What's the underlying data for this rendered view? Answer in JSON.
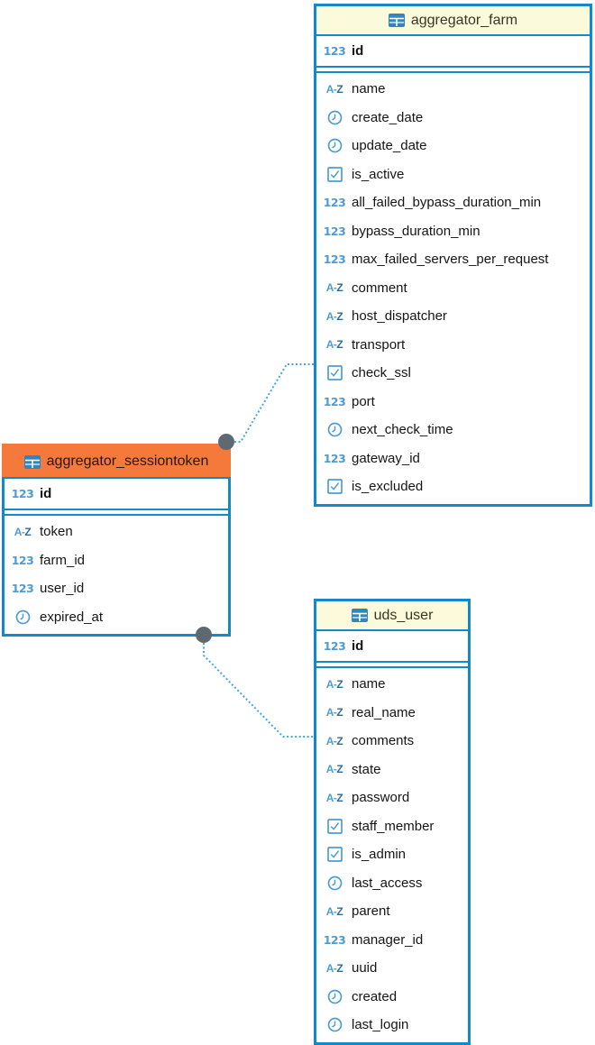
{
  "diagram": {
    "colors": {
      "entity_border": "#1389CA",
      "header_default": "#FBFBDC",
      "header_selected": "#F4793B",
      "relation_line": "#49A4DC",
      "relation_endpoint": "#5E6A71",
      "type_icon_blue": "#4E9CD2"
    },
    "icons": {
      "header": "table-icon",
      "number": "numeric-123-icon",
      "text": "text-az-icon",
      "datetime": "clock-icon",
      "boolean": "checkbox-icon"
    },
    "relations": [
      {
        "from": "aggregator_sessiontoken",
        "to": "aggregator_farm"
      },
      {
        "from": "aggregator_sessiontoken",
        "to": "uds_user"
      }
    ],
    "entities": [
      {
        "title": "aggregator_farm",
        "selected": false,
        "primary_key": [
          {
            "name": "id",
            "type": "number"
          }
        ],
        "columns": [
          {
            "name": "name",
            "type": "text"
          },
          {
            "name": "create_date",
            "type": "datetime"
          },
          {
            "name": "update_date",
            "type": "datetime"
          },
          {
            "name": "is_active",
            "type": "boolean"
          },
          {
            "name": "all_failed_bypass_duration_min",
            "type": "number"
          },
          {
            "name": "bypass_duration_min",
            "type": "number"
          },
          {
            "name": "max_failed_servers_per_request",
            "type": "number"
          },
          {
            "name": "comment",
            "type": "text"
          },
          {
            "name": "host_dispatcher",
            "type": "text"
          },
          {
            "name": "transport",
            "type": "text"
          },
          {
            "name": "check_ssl",
            "type": "boolean"
          },
          {
            "name": "port",
            "type": "number"
          },
          {
            "name": "next_check_time",
            "type": "datetime"
          },
          {
            "name": "gateway_id",
            "type": "number"
          },
          {
            "name": "is_excluded",
            "type": "boolean"
          }
        ]
      },
      {
        "title": "aggregator_sessiontoken",
        "selected": true,
        "primary_key": [
          {
            "name": "id",
            "type": "number"
          }
        ],
        "columns": [
          {
            "name": "token",
            "type": "text"
          },
          {
            "name": "farm_id",
            "type": "number"
          },
          {
            "name": "user_id",
            "type": "number"
          },
          {
            "name": "expired_at",
            "type": "datetime"
          }
        ]
      },
      {
        "title": "uds_user",
        "selected": false,
        "primary_key": [
          {
            "name": "id",
            "type": "number"
          }
        ],
        "columns": [
          {
            "name": "name",
            "type": "text"
          },
          {
            "name": "real_name",
            "type": "text"
          },
          {
            "name": "comments",
            "type": "text"
          },
          {
            "name": "state",
            "type": "text"
          },
          {
            "name": "password",
            "type": "text"
          },
          {
            "name": "staff_member",
            "type": "boolean"
          },
          {
            "name": "is_admin",
            "type": "boolean"
          },
          {
            "name": "last_access",
            "type": "datetime"
          },
          {
            "name": "parent",
            "type": "text"
          },
          {
            "name": "manager_id",
            "type": "number"
          },
          {
            "name": "uuid",
            "type": "text"
          },
          {
            "name": "created",
            "type": "datetime"
          },
          {
            "name": "last_login",
            "type": "datetime"
          }
        ]
      }
    ]
  }
}
